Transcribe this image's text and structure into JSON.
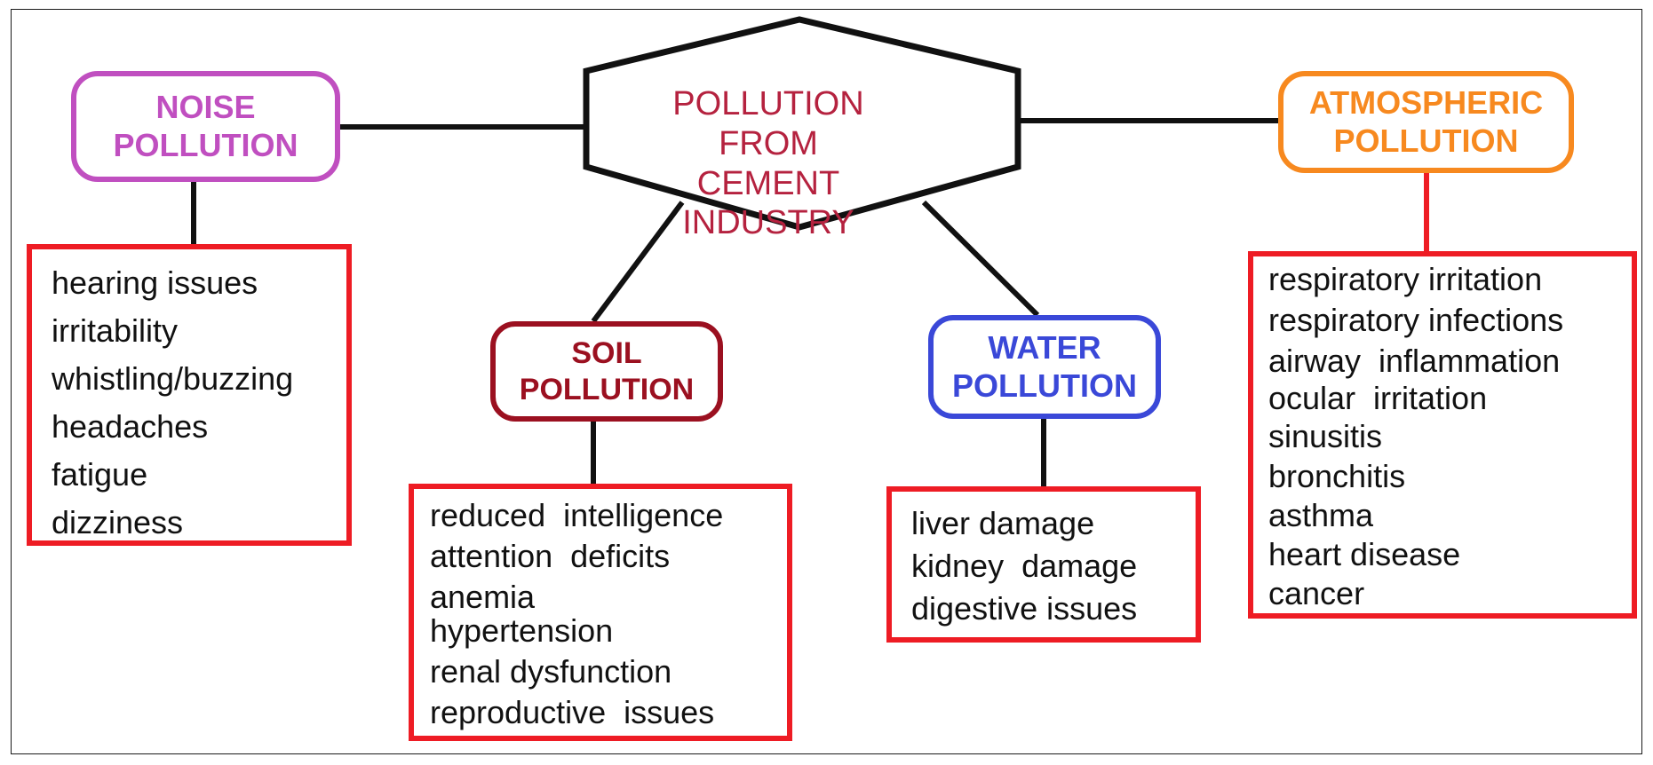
{
  "center": {
    "line1": "POLLUTION FROM",
    "line2": "CEMENT INDUSTRY"
  },
  "categories": [
    {
      "id": "noise",
      "line1": "NOISE",
      "line2": "POLLUTION",
      "color": "#c04fc0",
      "effects": [
        "hearing issues",
        "irritability",
        "whistling/buzzing",
        "headaches",
        "fatigue",
        "dizziness"
      ]
    },
    {
      "id": "soil",
      "line1": "SOIL",
      "line2": "POLLUTION",
      "color": "#9b1020",
      "effects": [
        "reduced  intelligence",
        "attention  deficits",
        "anemia",
        "hypertension",
        "renal dysfunction",
        "reproductive  issues"
      ]
    },
    {
      "id": "water",
      "line1": "WATER",
      "line2": "POLLUTION",
      "color": "#3a48d8",
      "effects": [
        "liver damage",
        "kidney  damage",
        "digestive issues"
      ]
    },
    {
      "id": "atmospheric",
      "line1": "ATMOSPHERIC",
      "line2": "POLLUTION",
      "color": "#f7891f",
      "effects": [
        "respiratory irritation",
        "respiratory infections",
        "airway  inflammation",
        "ocular  irritation",
        "sinusitis",
        "bronchitis",
        "asthma",
        "heart disease",
        "cancer"
      ]
    }
  ],
  "colors": {
    "effect_border": "#ee1c24",
    "connector": "#111111",
    "center_text": "#b5223f"
  }
}
